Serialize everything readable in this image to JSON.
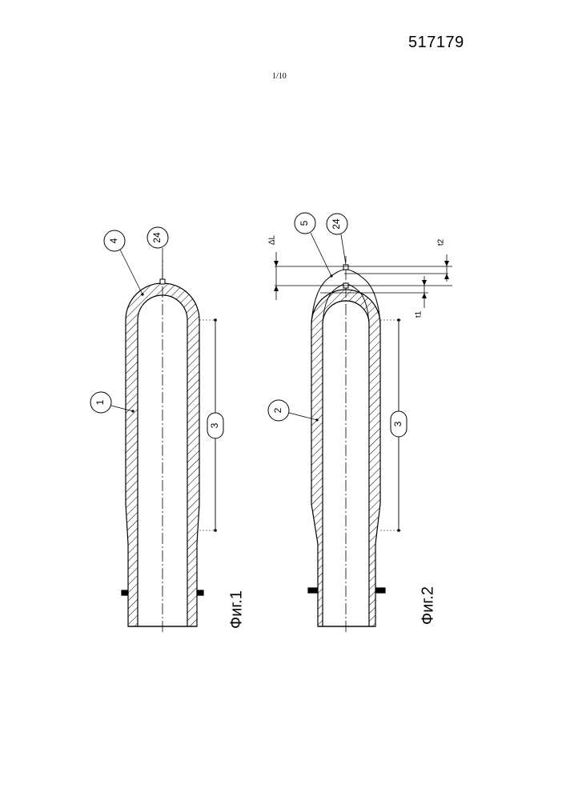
{
  "header": {
    "patent_number": "517179",
    "sheet": "1/10"
  },
  "figure1": {
    "caption": "Фиг.1",
    "refs": {
      "r1": "1",
      "r3": "3",
      "r4": "4",
      "r24": "24"
    }
  },
  "figure2": {
    "caption": "Фиг.2",
    "refs": {
      "r2": "2",
      "r3": "3",
      "r5": "5",
      "r24": "24"
    },
    "dims": {
      "delta_l": "ΔL",
      "t1": "t1",
      "t2": "t2"
    }
  }
}
